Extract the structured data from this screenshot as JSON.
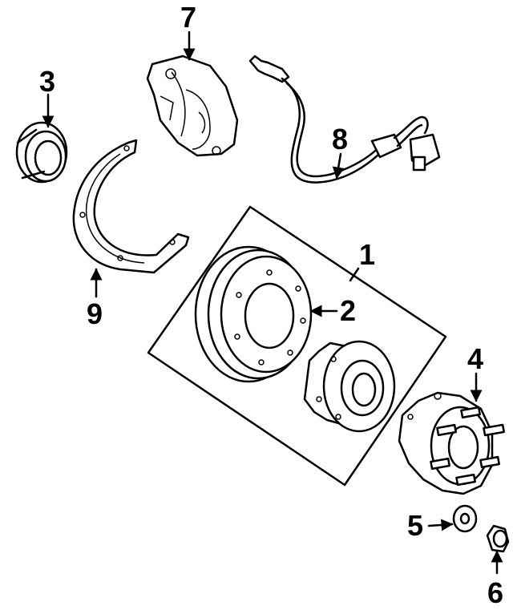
{
  "diagram": {
    "callouts": [
      {
        "id": "1",
        "label": "1"
      },
      {
        "id": "2",
        "label": "2"
      },
      {
        "id": "3",
        "label": "3"
      },
      {
        "id": "4",
        "label": "4"
      },
      {
        "id": "5",
        "label": "5"
      },
      {
        "id": "6",
        "label": "6"
      },
      {
        "id": "7",
        "label": "7"
      },
      {
        "id": "8",
        "label": "8"
      },
      {
        "id": "9",
        "label": "9"
      }
    ],
    "parts": [
      {
        "callout": "1",
        "name": "rotor-hub-assembly"
      },
      {
        "callout": "2",
        "name": "rotor"
      },
      {
        "callout": "3",
        "name": "seal"
      },
      {
        "callout": "4",
        "name": "hub-bearing"
      },
      {
        "callout": "5",
        "name": "washer"
      },
      {
        "callout": "6",
        "name": "nut"
      },
      {
        "callout": "7",
        "name": "caliper"
      },
      {
        "callout": "8",
        "name": "abs-sensor"
      },
      {
        "callout": "9",
        "name": "splash-shield"
      }
    ]
  }
}
